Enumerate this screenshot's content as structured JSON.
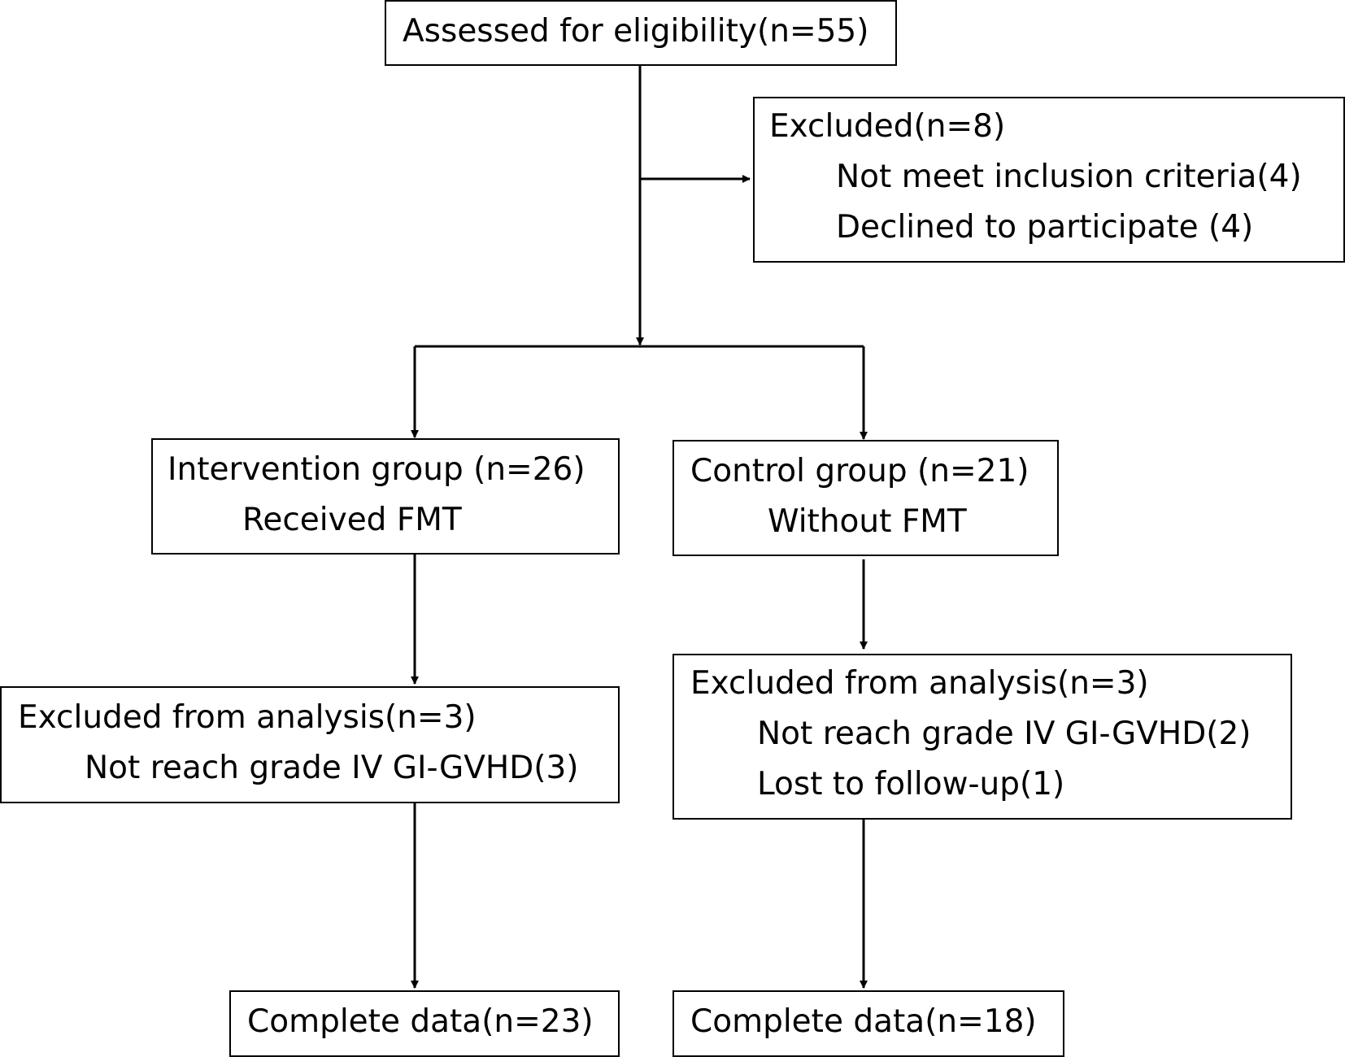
{
  "assessed": {
    "title": "Assessed for eligibility(n=55)"
  },
  "excluded": {
    "title": "Excluded(n=8)",
    "reasons": [
      "Not meet inclusion criteria(4)",
      "Declined to participate (4)"
    ]
  },
  "intervention": {
    "title": "Intervention group (n=26)",
    "subtitle": "Received FMT",
    "excluded_title": "Excluded from analysis(n=3)",
    "excluded_reasons": [
      "Not reach grade IV GI-GVHD(3)"
    ],
    "complete": "Complete data(n=23)"
  },
  "control": {
    "title": "Control group (n=21)",
    "subtitle": "Without FMT",
    "excluded_title": "Excluded from analysis(n=3)",
    "excluded_reasons": [
      "Not reach grade IV GI-GVHD(2)",
      "Lost to follow-up(1)"
    ],
    "complete": "Complete data(n=18)"
  }
}
